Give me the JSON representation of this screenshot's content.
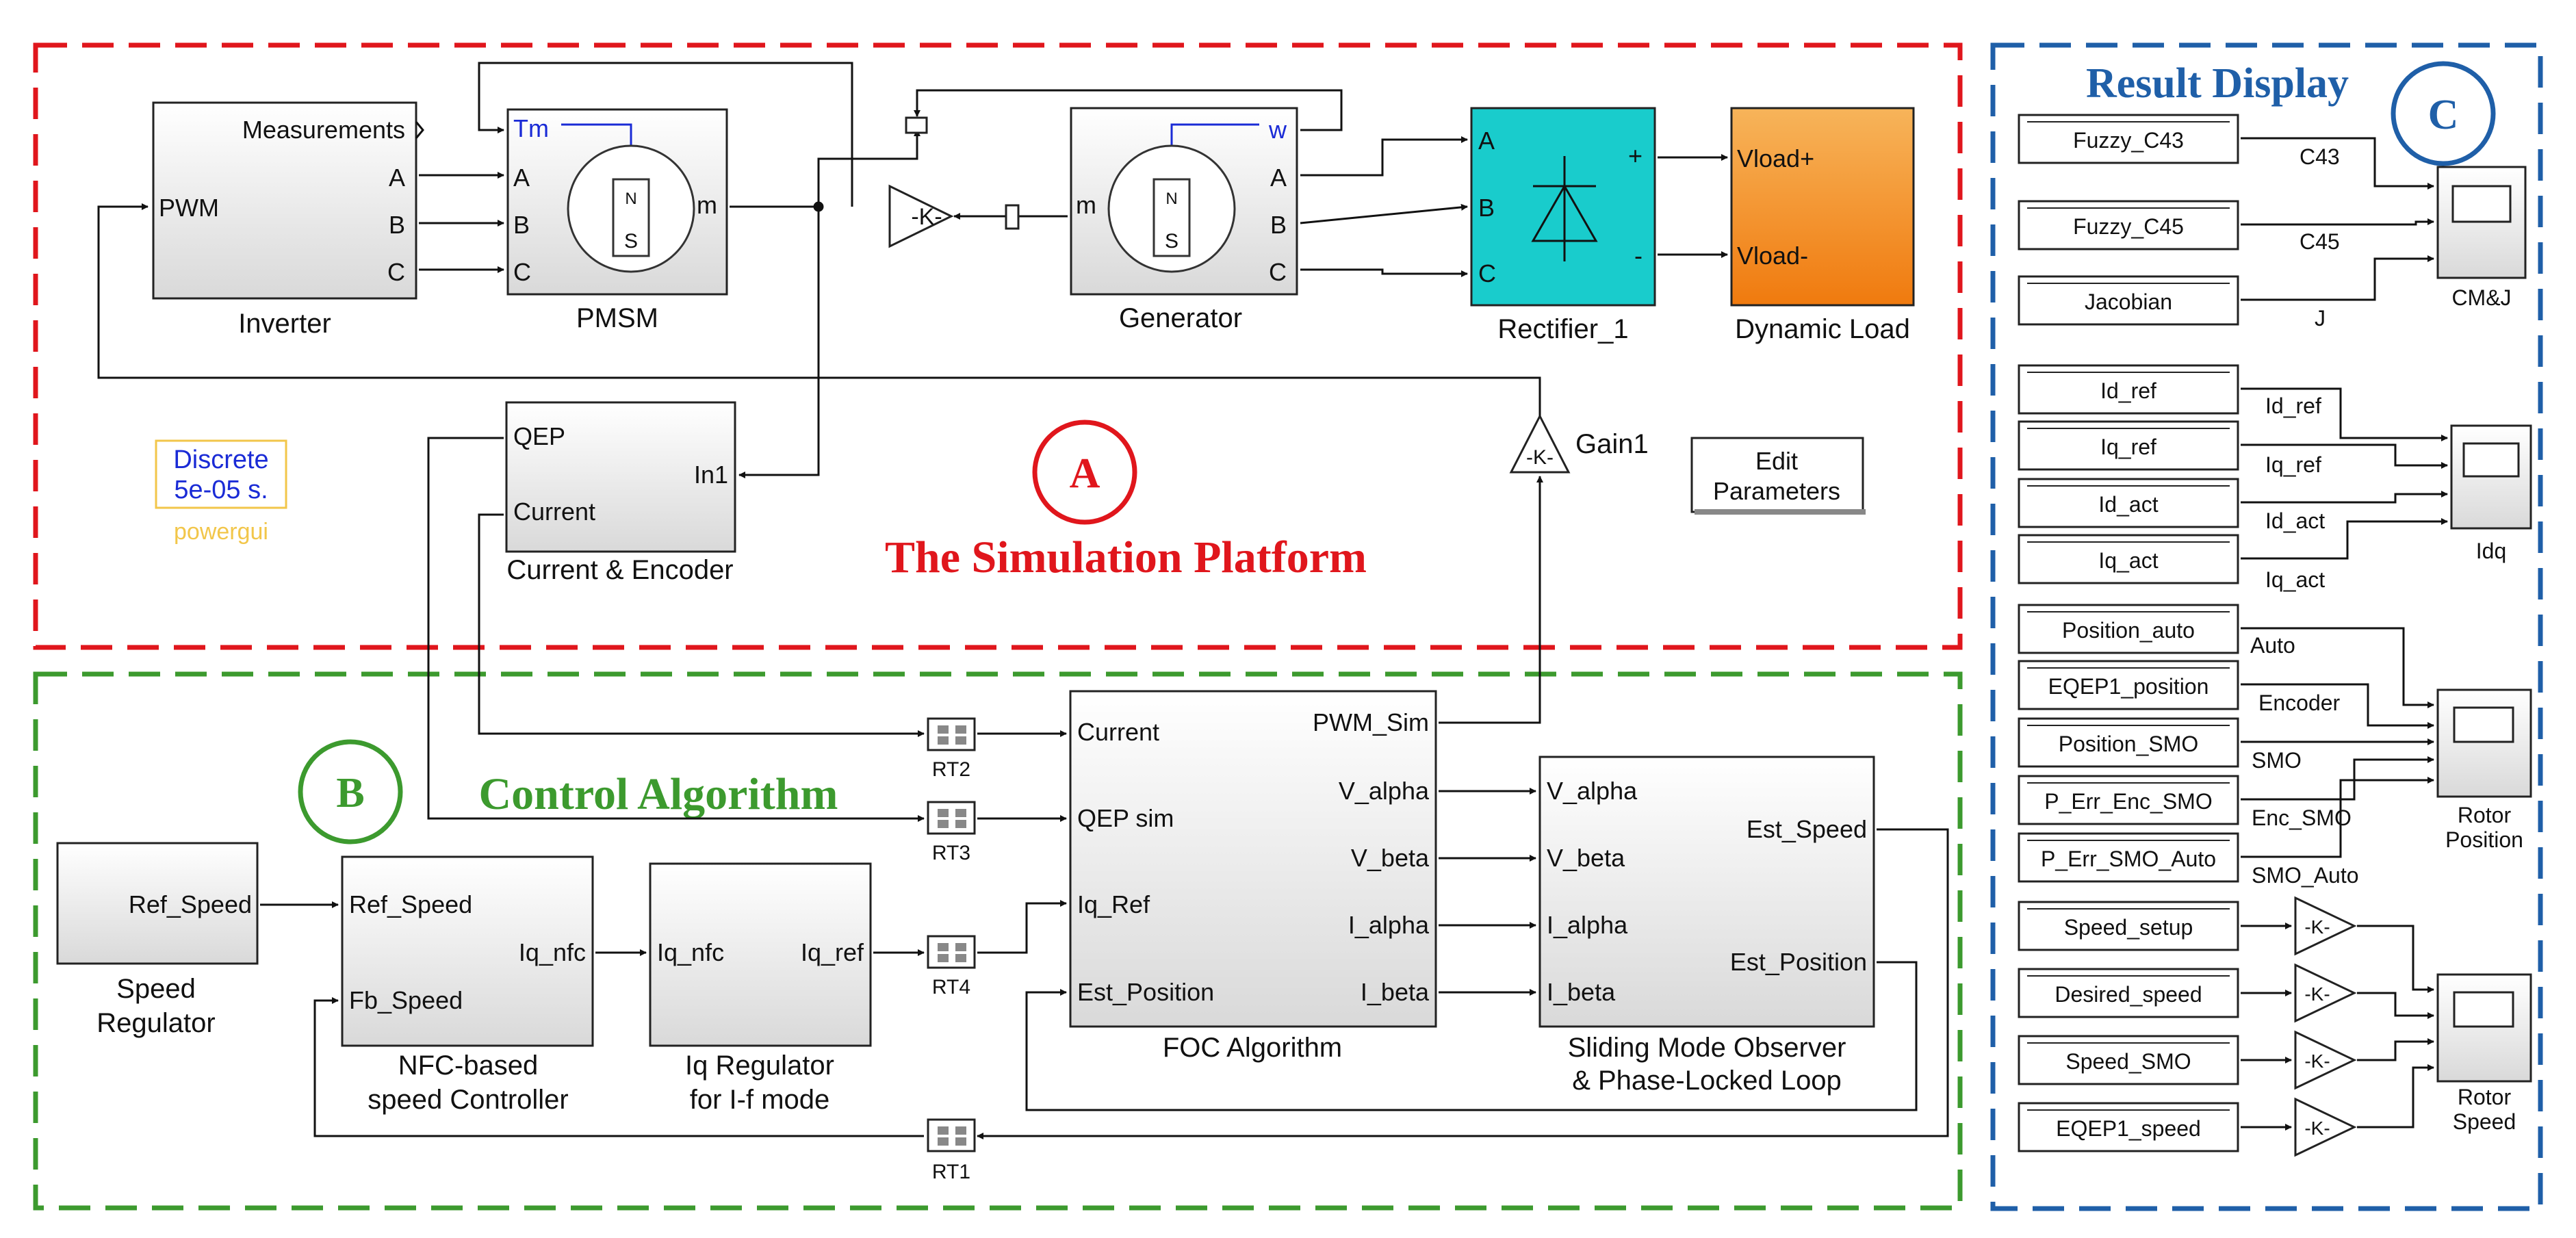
{
  "sections": {
    "A": {
      "letter": "A",
      "title": "The Simulation Platform",
      "color": "#e0161c"
    },
    "B": {
      "letter": "B",
      "title": "Control Algorithm",
      "color": "#3c9a2e"
    },
    "C": {
      "letter": "C",
      "title": "Result Display",
      "color": "#1f5fa8"
    }
  },
  "blocks": {
    "inverter": {
      "caption": "Inverter",
      "ports_in": [
        "PWM"
      ],
      "ports_out": [
        "Measurements",
        "A",
        "B",
        "C"
      ]
    },
    "pmsm": {
      "caption": "PMSM",
      "port_top": "Tm",
      "ports_in": [
        "A",
        "B",
        "C"
      ],
      "port_out": "m",
      "pole_n": "N",
      "pole_s": "S"
    },
    "generator": {
      "caption": "Generator",
      "port_in": "m",
      "port_top": "w",
      "ports_out": [
        "A",
        "B",
        "C"
      ],
      "pole_n": "N",
      "pole_s": "S"
    },
    "rectifier": {
      "caption": "Rectifier_1",
      "ports_in": [
        "A",
        "B",
        "C"
      ],
      "plus": "+",
      "minus": "-"
    },
    "dynamic_load": {
      "caption": "Dynamic Load",
      "ports_in": [
        "Vload+",
        "Vload-"
      ]
    },
    "gain_k": {
      "text": "-K-"
    },
    "gain1": {
      "text": "-K-",
      "caption": "Gain1"
    },
    "current_encoder": {
      "caption": "Current & Encoder",
      "ports_left": [
        "QEP",
        "Current"
      ],
      "port_right": "In1"
    },
    "powergui": {
      "line1": "Discrete",
      "line2": "5e-05 s.",
      "caption": "powergui"
    },
    "edit_params": {
      "line1": "Edit",
      "line2": "Parameters"
    },
    "speed_regulator": {
      "caption_line1": "Speed",
      "caption_line2": "Regulator",
      "port_out": "Ref_Speed"
    },
    "nfc_controller": {
      "caption_line1": "NFC-based",
      "caption_line2": "speed Controller",
      "ports_in": [
        "Ref_Speed",
        "Fb_Speed"
      ],
      "port_out": "Iq_nfc"
    },
    "iq_regulator": {
      "caption_line1": "Iq Regulator",
      "caption_line2": "for I-f mode",
      "port_in": "Iq_nfc",
      "port_out": "Iq_ref"
    },
    "foc": {
      "caption": "FOC Algorithm",
      "ports_in": [
        "Current",
        "QEP sim",
        "Iq_Ref",
        "Est_Position"
      ],
      "ports_out": [
        "PWM_Sim",
        "V_alpha",
        "V_beta",
        "I_alpha",
        "I_beta"
      ]
    },
    "smo": {
      "caption_line1": "Sliding Mode Observer",
      "caption_line2": "& Phase-Locked Loop",
      "ports_in": [
        "V_alpha",
        "V_beta",
        "I_alpha",
        "I_beta"
      ],
      "ports_out": [
        "Est_Speed",
        "Est_Position"
      ]
    },
    "rate_transitions": [
      "RT2",
      "RT3",
      "RT4",
      "RT1"
    ]
  },
  "result_display": {
    "cmj": {
      "caption": "CM&J",
      "sources": [
        "Fuzzy_C43",
        "Fuzzy_C45",
        "Jacobian"
      ],
      "signals": [
        "C43",
        "C45",
        "J"
      ]
    },
    "idq": {
      "caption": "Idq",
      "sources": [
        "Id_ref",
        "Iq_ref",
        "Id_act",
        "Iq_act"
      ],
      "signals": [
        "Id_ref",
        "Iq_ref",
        "Id_act",
        "Iq_act"
      ]
    },
    "rotor_position": {
      "caption_line1": "Rotor",
      "caption_line2": "Position",
      "sources": [
        "Position_auto",
        "EQEP1_position",
        "Position_SMO",
        "P_Err_Enc_SMO",
        "P_Err_SMO_Auto"
      ],
      "signals": [
        "Auto",
        "Encoder",
        "SMO",
        "Enc_SMO",
        "SMO_Auto"
      ]
    },
    "rotor_speed": {
      "caption_line1": "Rotor",
      "caption_line2": "Speed",
      "sources": [
        "Speed_setup",
        "Desired_speed",
        "Speed_SMO",
        "EQEP1_speed"
      ],
      "gain_text": "-K-"
    }
  },
  "colors": {
    "rectifier": "#19cccc",
    "load": "#f08a1e",
    "signal_blue": "#1a2bd6",
    "powergui_text": "#f2c64a"
  }
}
